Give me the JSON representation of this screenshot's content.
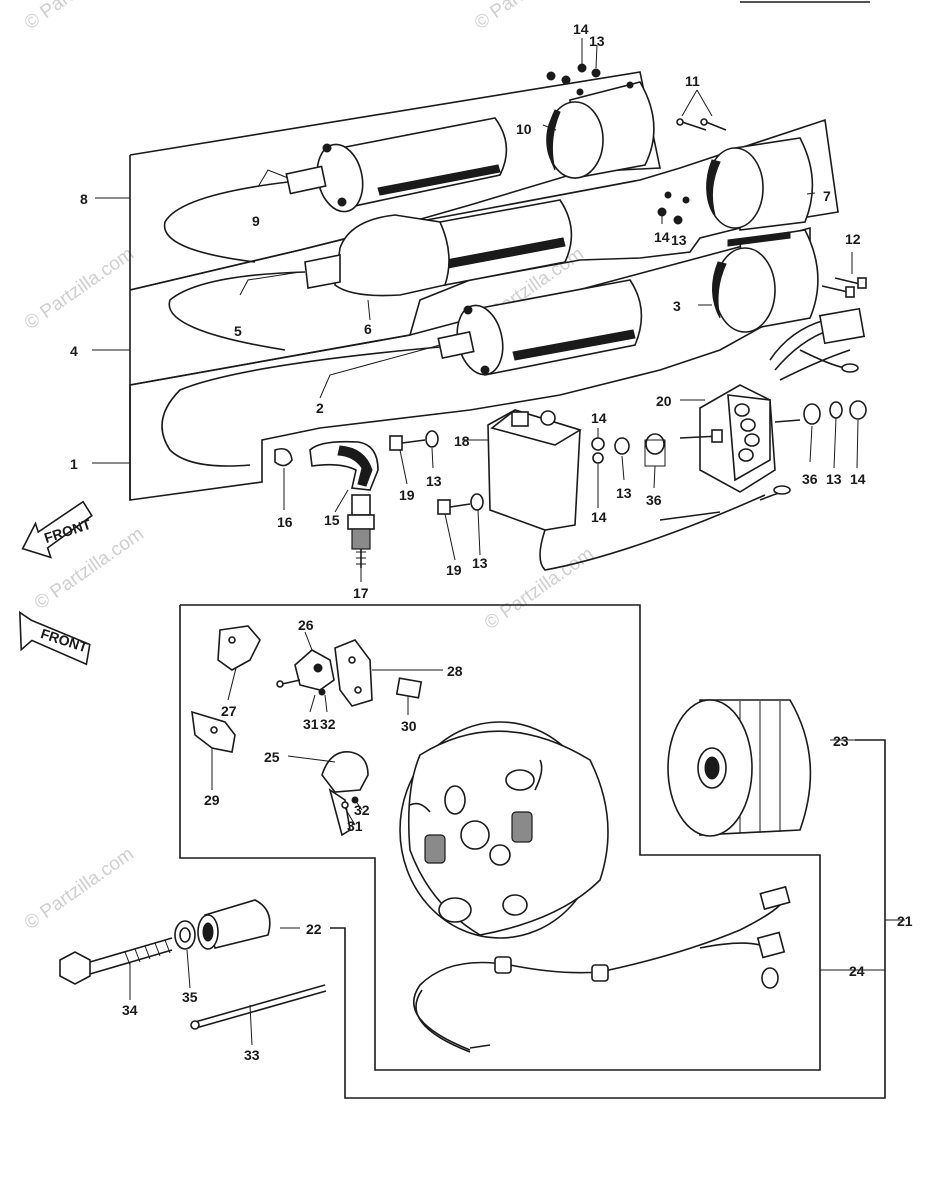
{
  "watermark": "© Partzilla.com",
  "front_label": "FRONT",
  "callouts": {
    "c1": "1",
    "c2": "2",
    "c3": "3",
    "c4": "4",
    "c5": "5",
    "c6": "6",
    "c7": "7",
    "c8": "8",
    "c9": "9",
    "c10": "10",
    "c11": "11",
    "c12": "12",
    "c13a": "13",
    "c13b": "13",
    "c13c": "13",
    "c13d": "13",
    "c13e": "13",
    "c13f": "13",
    "c14a": "14",
    "c14b": "14",
    "c14c": "14",
    "c14d": "14",
    "c14e": "14",
    "c15": "15",
    "c16": "16",
    "c17": "17",
    "c18": "18",
    "c19a": "19",
    "c19b": "19",
    "c20": "20",
    "c21": "21",
    "c22": "22",
    "c23": "23",
    "c24": "24",
    "c25": "25",
    "c26": "26",
    "c27": "27",
    "c28": "28",
    "c29": "29",
    "c30": "30",
    "c31a": "31",
    "c31b": "31",
    "c32a": "32",
    "c32b": "32",
    "c33": "33",
    "c34": "34",
    "c35": "35",
    "c36a": "36",
    "c36b": "36"
  }
}
